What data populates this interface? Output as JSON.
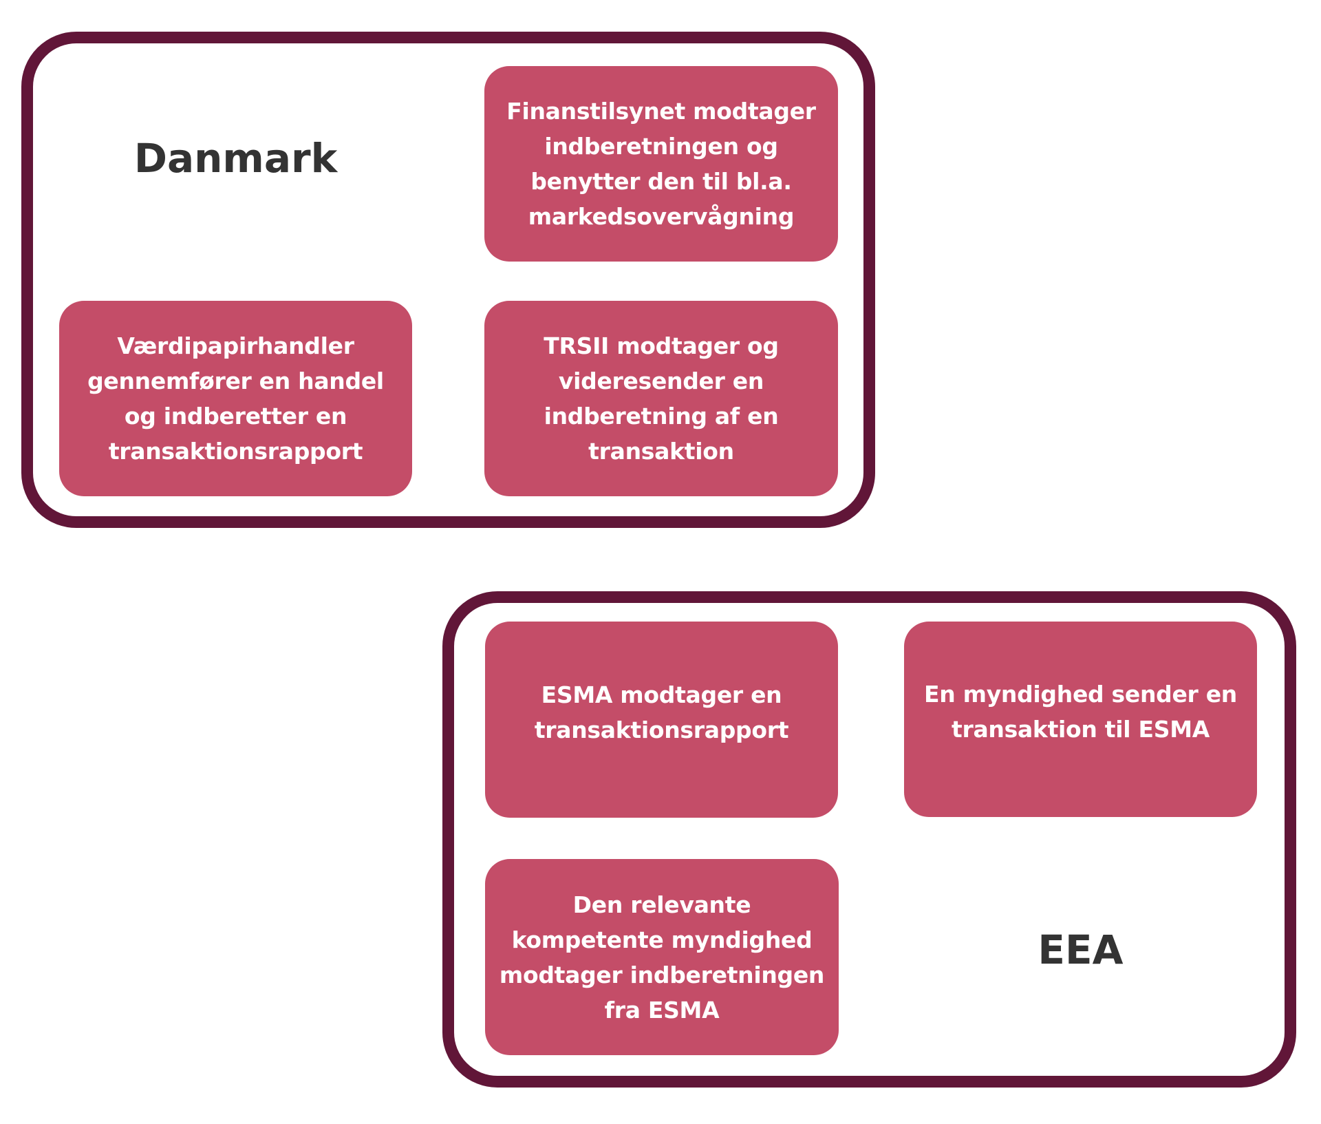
{
  "colors": {
    "region_border": "#611638",
    "card_fill": "#C44D68",
    "card_text": "#FFFFFF",
    "label_text": "#333333",
    "background": "#FFFFFF"
  },
  "regions": {
    "danmark": {
      "label": "Danmark",
      "cards": {
        "finanstilsynet": "Finanstilsynet modtager\nindberetningen og\nbenytter den til bl.a.\nmarkedsovervågning",
        "vaerdipapirhandler": "Værdipapirhandler\ngennemfører en handel\nog indberetter en\ntransaktionsrapport",
        "trsii": "TRSII modtager og\nvideresender en\nindberetning af en\ntransaktion"
      }
    },
    "eea": {
      "label": "EEA",
      "cards": {
        "esma_receives": "ESMA modtager en\ntransaktionsrapport",
        "authority_sends": "En myndighed sender en\ntransaktion til ESMA",
        "relevant_authority": "Den relevante\nkompetente myndighed\nmodtager indberetningen\nfra ESMA"
      }
    }
  }
}
